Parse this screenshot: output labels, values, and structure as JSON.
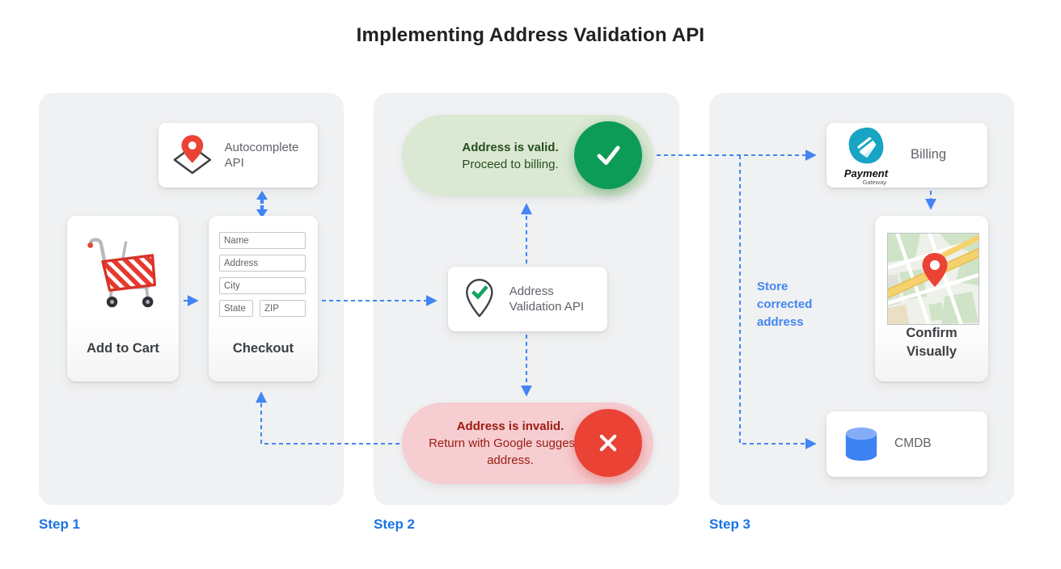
{
  "title": "Implementing Address Validation API",
  "colors": {
    "arrow_blue": "#4285f4",
    "step_label_blue": "#1a73e8",
    "valid_green": "#0d9c57",
    "invalid_red": "#ea4335",
    "valid_pill_bg": "#dbe8d3",
    "valid_pill_text": "#264f1e",
    "invalid_pill_bg": "#f6cdd1",
    "invalid_pill_text": "#9a1c10",
    "panel_bg": "#f0f1f2"
  },
  "step_labels": [
    "Step 1",
    "Step 2",
    "Step 3"
  ],
  "step1": {
    "autocomplete_card": {
      "label": "Autocomplete API"
    },
    "cart_card": {
      "label": "Add to Cart"
    },
    "checkout_card": {
      "label": "Checkout",
      "fields": [
        "Name",
        "Address",
        "City",
        "State",
        "ZIP"
      ]
    }
  },
  "step2": {
    "valid_pill": {
      "title": "Address is valid.",
      "subtitle": "Proceed to billing."
    },
    "validation_card": {
      "label": "Address Validation API"
    },
    "invalid_pill": {
      "title": "Address is invalid.",
      "subtitle": "Return with Google suggested address."
    }
  },
  "step3": {
    "billing_card": {
      "label": "Billing",
      "logo_line1": "Payment",
      "logo_line2": "Gateway"
    },
    "confirm_card": {
      "label": "Confirm Visually"
    },
    "cmdb_card": {
      "label": "CMDB"
    },
    "store_note": "Store corrected address"
  }
}
